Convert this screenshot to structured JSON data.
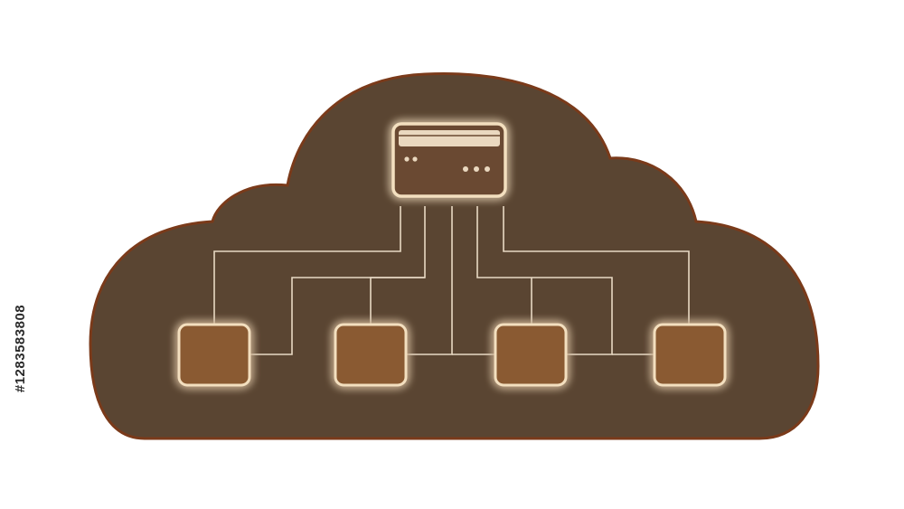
{
  "diagram": {
    "shape": "cloud",
    "colors": {
      "cloud_fill": "#5a4532",
      "cloud_stroke": "#7a3a1a",
      "line": "#e8d9c4",
      "node_fill": "#8a5a30",
      "node_stroke": "#f3dfbf",
      "glow": "#e0a565",
      "server_fill": "#6a4a30",
      "server_bar": "#ead8bf"
    },
    "server": {
      "icon": "server-icon",
      "left_dots": 2,
      "right_dots": 3
    },
    "nodes": [
      {
        "id": "node-1",
        "icon": "square-node-icon"
      },
      {
        "id": "node-2",
        "icon": "square-node-icon"
      },
      {
        "id": "node-3",
        "icon": "square-node-icon"
      },
      {
        "id": "node-4",
        "icon": "square-node-icon"
      }
    ]
  },
  "watermark": {
    "id_text": "#1283583808"
  }
}
